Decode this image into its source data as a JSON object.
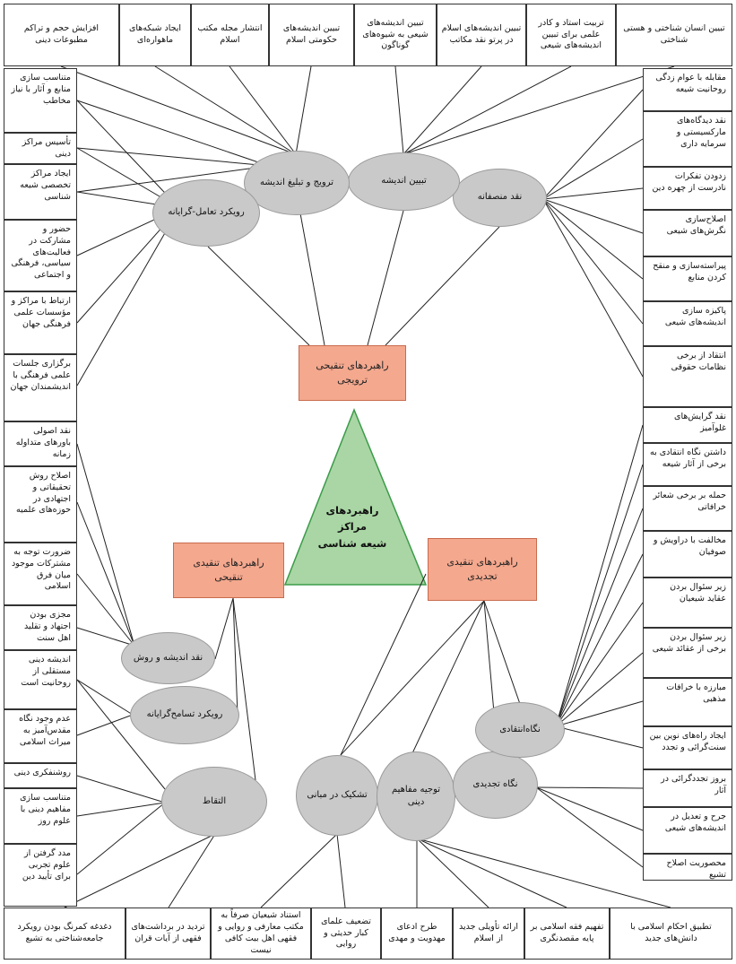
{
  "top_boxes": [
    "تبیین انسان شناختی و هستی شناختی",
    "تربیت استاد و کادر علمی برای تبیین اندیشه‌های شیعی",
    "تبیین اندیشه‌های اسلام در پرتو نقد مکاتب",
    "تبیین اندیشه‌های شیعی به شیوه‌های گوناگون",
    "تبیین اندیشه‌های حکومتی اسلام",
    "انتشار مجله مکتب اسلام",
    "ایجاد شبکه‌های ماهواره‌ای",
    "افزایش حجم و تراکم مطبوعات دینی"
  ],
  "left_boxes": [
    "متناسب سازی منابع و آثار با نیاز مخاطب",
    "تأسیس مراکز دینی",
    "ایجاد مراکز تخصصی شیعه شناسی",
    "حضور و مشارکت در فعالیت‌های سیاسی، فرهنگی و اجتماعی",
    "ارتباط با مراکز و مؤسسات علمی فرهنگی جهان",
    "برگزاری جلسات علمی فرهنگی با اندیشمندان جهان",
    "نقد اصولی باورهای متداوله زمانه",
    "اصلاح روش تحقیقاتی و اجتهادی در حوزه‌های علمیه",
    "ضرورت توجه به مشترکات موجود میان فرق اسلامی",
    "مجزی بودن اجتهاد و تقلید اهل سنت",
    "اندیشه دینی مستقلی از روحانیت است",
    "عدم وجود نگاه مقدس‌آمیز به میراث اسلامی",
    "روشنفکری دینی",
    "متناسب سازی مفاهیم دینی با علوم روز",
    "مدد گرفتن از علوم تجربی برای تأیید دین"
  ],
  "right_boxes": [
    "مقابله با عوام زدگی روحانیت شیعه",
    "نقد دیدگاه‌های مارکسیستی و سرمایه داری",
    "زدودن تفکرات نادرست از چهره دین",
    "اصلاح‌سازی نگرش‌های شیعی",
    "پیراسته‌سازی و منقح کردن منابع",
    "پاکیزه سازی اندیشه‌های شیعی",
    "انتقاد از برخی نظامات حقوقی",
    "نقد گرایش‌های غلوآمیز",
    "داشتن نگاه انتقادی به برخی از آثار شیعه",
    "حمله بر برخی شعائر خرافاتی",
    "مخالفت با دراویش و صوفیان",
    "زیر سئوال بردن عقاید شیعیان",
    "زیر سئوال بردن برخی از عقائد شیعی",
    "مبارزه با خرافات مذهبی",
    "ایجاد راه‌های نوین بین سنت‌گرائی و تجدد",
    "بروز تجددگرائی در آثار",
    "جرح و تعدیل در اندیشه‌های شیعی",
    "محصوریت اصلاح تشیع"
  ],
  "bottom_boxes": [
    "تطبیق احکام اسلامی با دانش‌های جدید",
    "تفهیم فقه اسلامی بر پایه مقصدنگری",
    "ارائه تأویلی جدید از اسلام",
    "طرح ادعای مهدویت و مهدی",
    "تضعیف علمای کبار حدیثی و روایی",
    "استناد شیعیان صرفاً به مکتب معارفی و روایی و فقهی اهل بیت کافی نیست",
    "تردید در برداشت‌های فقهی از آیات قران",
    "دغدغه کمرنگ بودن رویکرد جامعه‌شناختی به تشیع"
  ],
  "nodes": {
    "naqd_monsefane": "نقد منصفانه",
    "tabyin": "تبیین اندیشه",
    "tarvij": "ترویج و تبلیغ اندیشه",
    "tamol": "رویکرد تعامل-گرایانه",
    "naqd_ravesh": "نقد اندیشه و روش",
    "tasamoh": "رویکرد تسامح‌گرایانه",
    "eltegat": "التقاط",
    "tashkik": "تشکیک در مبانی",
    "tojih": "توجیه مفاهیم دینی",
    "tajdidi": "نگاه تجدیدی",
    "enteqadi": "نگاه‌انتقادی"
  },
  "strategies": {
    "top": "راهبردهای تنقیحی ترویجی",
    "left": "راهبردهای تنقیدی تنقیحی",
    "right": "راهبردهای تنقیدی تجدیدی"
  },
  "center": {
    "line1": "راهبردهای",
    "line2": "مراکز",
    "line3": "شیعه شناسی"
  },
  "colors": {
    "triangle_fill": "#a9d6a4",
    "triangle_stroke": "#3c9b4a",
    "strategy_fill": "#f4a88e",
    "node_fill": "#c9c9c9"
  }
}
